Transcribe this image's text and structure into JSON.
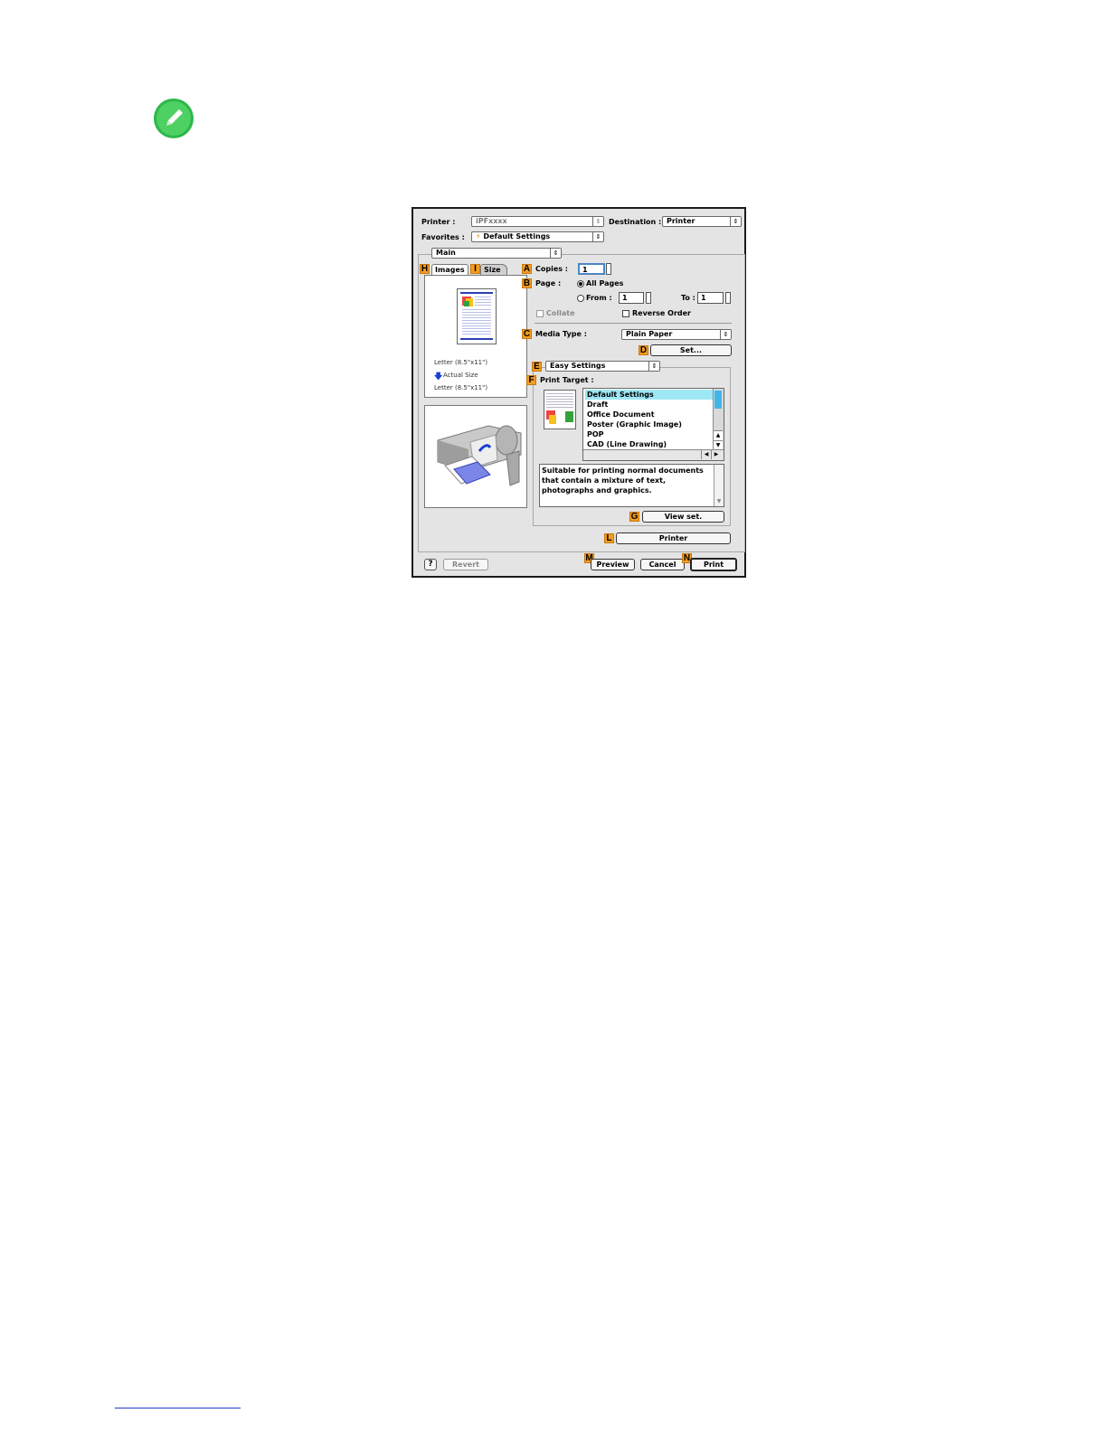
{
  "note": {
    "icon": "pencil-note-icon"
  },
  "dialog": {
    "printer_label": "Printer :",
    "printer_value": "iPFxxxx",
    "destination_label": "Destination :",
    "destination_value": "Printer",
    "favorites_label": "Favorites :",
    "favorites_value": "Default Settings",
    "panel_value": "Main",
    "tabs": [
      {
        "tag": "H",
        "label": "Images"
      },
      {
        "tag": "I",
        "label": "Size"
      }
    ],
    "preview": {
      "line1": "Letter (8.5\"x11\")",
      "line2": "Actual Size",
      "line3": "Letter (8.5\"x11\")"
    },
    "copies": {
      "tag": "A",
      "label": "Copies :",
      "value": "1"
    },
    "page": {
      "tag": "B",
      "label": "Page :",
      "all_pages": "All Pages",
      "from_label": "From :",
      "from_value": "1",
      "to_label": "To :",
      "to_value": "1"
    },
    "collate_label": "Collate",
    "reverse_order_label": "Reverse Order",
    "media_type": {
      "tag": "C",
      "label": "Media Type :",
      "value": "Plain Paper"
    },
    "set_button": {
      "tag": "D",
      "label": "Set..."
    },
    "mode": {
      "tag": "E",
      "value": "Easy Settings"
    },
    "print_target": {
      "tag": "F",
      "label": "Print Target :",
      "items": [
        "Default Settings",
        "Draft",
        "Office Document",
        "Poster (Graphic Image)",
        "POP",
        "CAD (Line Drawing)"
      ],
      "selected": "Default Settings"
    },
    "description": "Suitable for printing normal documents that contain a mixture of text, photographs and graphics.",
    "view_set_button": {
      "tag": "G",
      "label": "View set."
    },
    "printer_button": {
      "tag": "L",
      "label": "Printer"
    },
    "help_icon": "help-icon",
    "revert_button": "Revert",
    "preview_button": {
      "tag": "M",
      "label": "Preview"
    },
    "cancel_button": "Cancel",
    "print_button": {
      "tag": "N",
      "label": "Print"
    },
    "colors": {
      "tag": "#f39c1f",
      "selection": "#9ee7f5",
      "dialog_bg": "#e4e4e4"
    }
  }
}
